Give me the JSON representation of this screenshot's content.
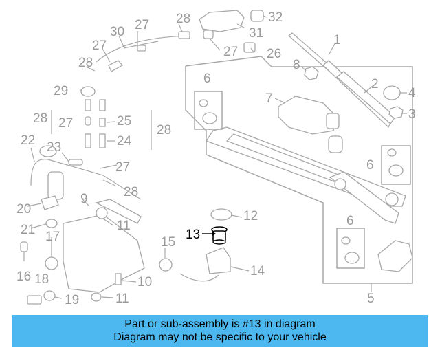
{
  "diagram": {
    "highlighted_part": "13",
    "callouts": {
      "c1": "1",
      "c2": "2",
      "c3": "3",
      "c4": "4",
      "c5": "5",
      "c6a": "6",
      "c6b": "6",
      "c6c": "6",
      "c7": "7",
      "c8": "8",
      "c9": "9",
      "c10": "10",
      "c11a": "11",
      "c11b": "11",
      "c12": "12",
      "c13": "13",
      "c14": "14",
      "c15": "15",
      "c16": "16",
      "c17": "17",
      "c18": "18",
      "c19": "19",
      "c20": "20",
      "c21": "21",
      "c22": "22",
      "c23": "23",
      "c24": "24",
      "c25": "25",
      "c26": "26",
      "c27a": "27",
      "c27b": "27",
      "c27c": "27",
      "c27d": "27",
      "c27e": "27",
      "c28a": "28",
      "c28b": "28",
      "c28c": "28",
      "c28d": "28",
      "c28e": "28",
      "c29": "29",
      "c30": "30",
      "c31": "31",
      "c32": "32"
    }
  },
  "banner": {
    "line1": "Part or sub-assembly is #13 in diagram",
    "line2": "Diagram may not be specific to your vehicle"
  },
  "colors": {
    "banner_bg": "#4db8f0",
    "linework": "#a8a8a8",
    "highlight": "#000000"
  }
}
